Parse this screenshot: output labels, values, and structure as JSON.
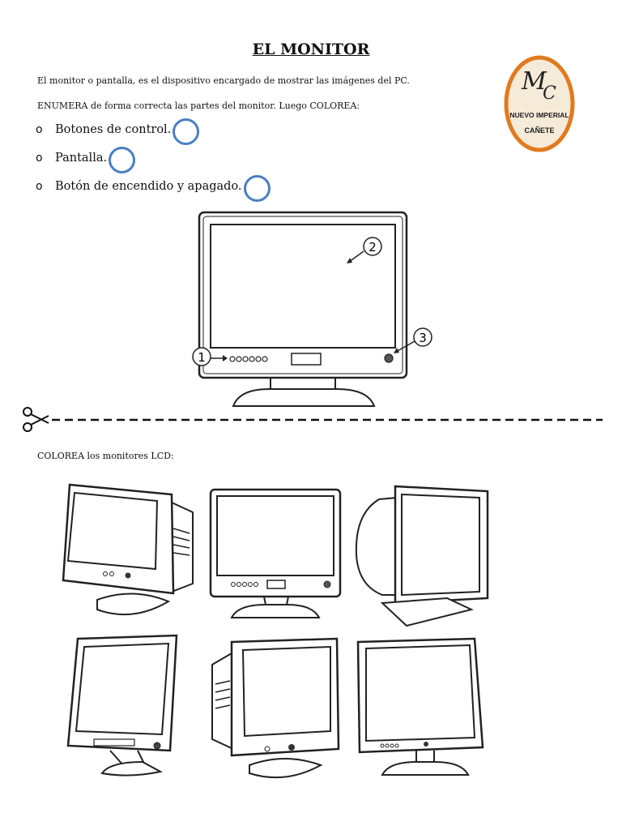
{
  "title": "EL MONITOR",
  "intro": "El monitor o pantalla, es el dispositivo encargado de mostrar las imágenes del PC.",
  "instruction": "ENUMERA de forma correcta las partes del monitor. Luego COLOREA:",
  "options": [
    {
      "bullet": "o",
      "label": "Botones de control."
    },
    {
      "bullet": "o",
      "label": "Pantalla."
    },
    {
      "bullet": "o",
      "label": "Botón de encendido y apagado."
    }
  ],
  "logo": {
    "monogram_m": "M",
    "monogram_c": "C",
    "line1": "NUEVO IMPERIAL",
    "line2": "CAÑETE"
  },
  "diagram_labels": {
    "buttons": "1",
    "screen": "2",
    "power": "3"
  },
  "coloring_instruction": "COLOREA los monitores LCD:",
  "icons": {
    "cut": "scissors-icon"
  },
  "colors": {
    "circle": "#4a7fc1",
    "logo_border": "#e07a1f",
    "logo_fill": "#f6ead8"
  }
}
